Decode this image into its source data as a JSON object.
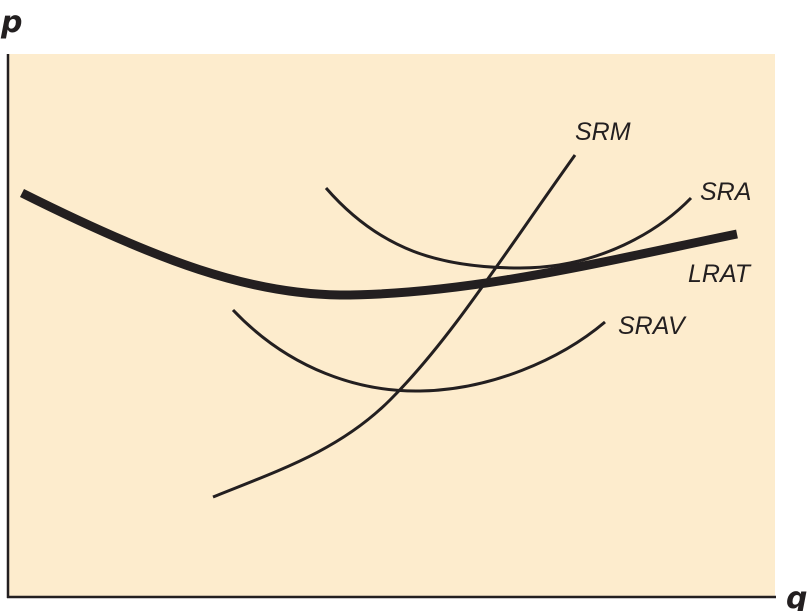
{
  "colors": {
    "plot_background": "#fdeccd",
    "ink": "#231f20"
  },
  "axes": {
    "y_label": "p",
    "x_label": "q"
  },
  "curves": [
    {
      "id": "srm",
      "label": "SRM",
      "weight": "thin"
    },
    {
      "id": "sra",
      "label": "SRA",
      "weight": "thin"
    },
    {
      "id": "lrat",
      "label": "LRAT",
      "weight": "thick"
    },
    {
      "id": "srav",
      "label": "SRAV",
      "weight": "thin"
    }
  ]
}
